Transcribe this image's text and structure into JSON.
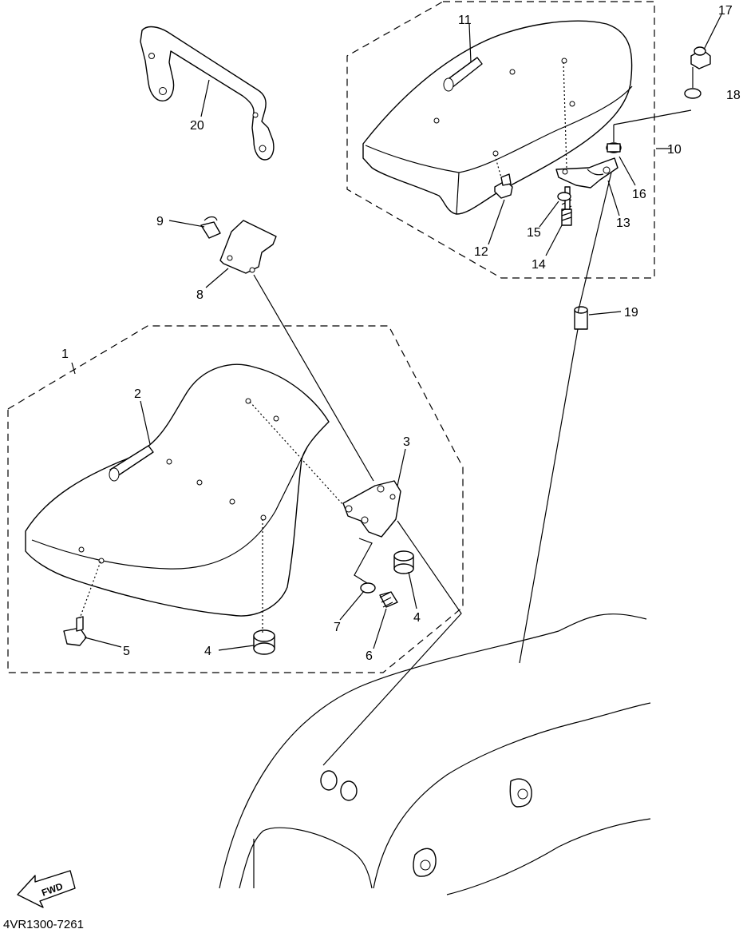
{
  "diagram": {
    "drawing_code": "4VR1300-7261",
    "fwd_label": "FWD",
    "callouts": [
      "1",
      "2",
      "3",
      "4",
      "4",
      "5",
      "6",
      "7",
      "8",
      "9",
      "10",
      "11",
      "12",
      "13",
      "14",
      "15",
      "16",
      "17",
      "18",
      "19",
      "20"
    ]
  }
}
